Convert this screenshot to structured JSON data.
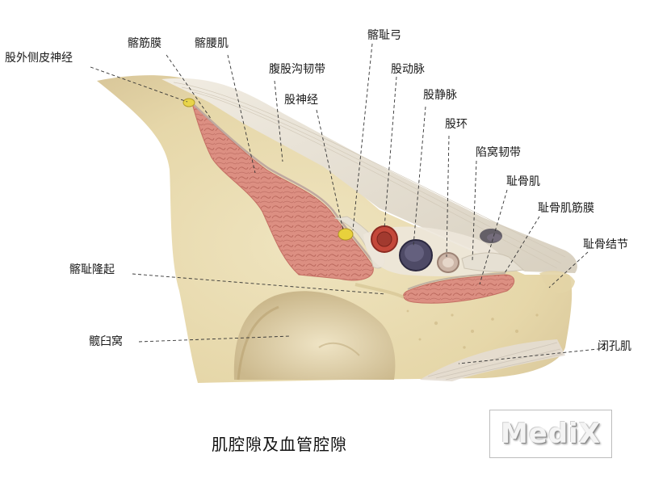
{
  "labels": {
    "lateral_femoral_cutaneous_nerve": "股外侧皮神经",
    "iliac_fascia": "髂筋膜",
    "iliopsoas": "髂腰肌",
    "iliopectineal_arch": "髂耻弓",
    "inguinal_ligament": "腹股沟韧带",
    "femoral_nerve": "股神经",
    "femoral_artery": "股动脉",
    "femoral_vein": "股静脉",
    "femoral_ring": "股环",
    "lacunar_ligament": "陷窝韧带",
    "pectineus": "耻骨肌",
    "pectineal_fascia": "耻骨肌筋膜",
    "pubic_tubercle": "耻骨结节",
    "iliopubic_eminence": "髂耻隆起",
    "acetabulum": "髋臼窝",
    "obturator": "闭孔肌"
  },
  "caption": "肌腔隙及血管腔隙",
  "watermark": "MediX",
  "colors": {
    "bone": "#e9dcb2",
    "muscle": "#d98a7e",
    "artery": "#c4483a",
    "vein": "#4e4a66",
    "ligament": "#efe9dc"
  }
}
